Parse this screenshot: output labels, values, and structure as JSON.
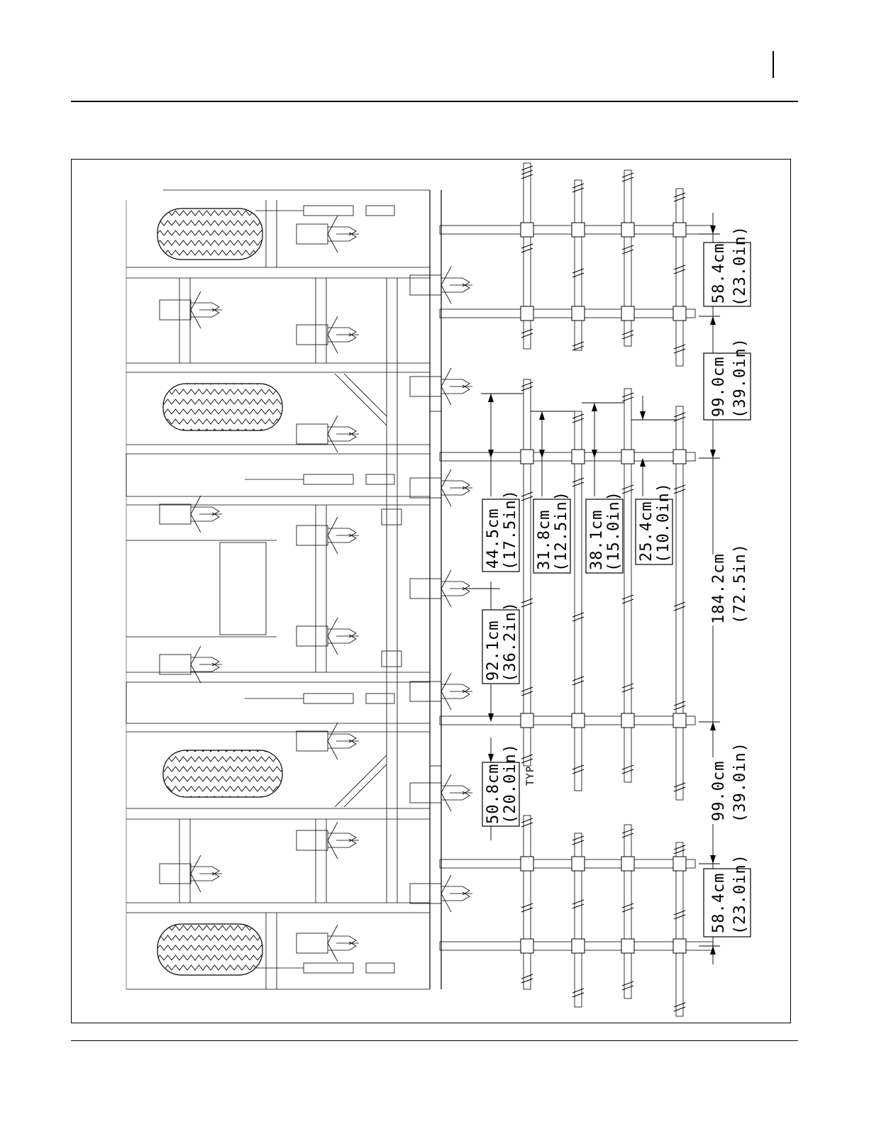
{
  "dimensions": [
    {
      "id": "d1",
      "metric": "58.4cm",
      "imperial": "(23.0in)"
    },
    {
      "id": "d2",
      "metric": "99.0cm",
      "imperial": "(39.0in)"
    },
    {
      "id": "d3",
      "metric": "184.2cm",
      "imperial": "(72.5in)"
    },
    {
      "id": "d4",
      "metric": "99.0cm",
      "imperial": "(39.0in)"
    },
    {
      "id": "d5",
      "metric": "58.4cm",
      "imperial": "(23.0in)"
    },
    {
      "id": "d6",
      "metric": "44.5cm",
      "imperial": "(17.5in)"
    },
    {
      "id": "d7",
      "metric": "31.8cm",
      "imperial": "(12.5in)"
    },
    {
      "id": "d8",
      "metric": "38.1cm",
      "imperial": "(15.0in)"
    },
    {
      "id": "d9",
      "metric": "25.4cm",
      "imperial": "(10.0in)"
    },
    {
      "id": "d10",
      "metric": "92.1cm",
      "imperial": "(36.2in)"
    },
    {
      "id": "d11",
      "metric": "50.8cm",
      "imperial": "(20.0in)"
    }
  ],
  "typ_label": "TYP"
}
